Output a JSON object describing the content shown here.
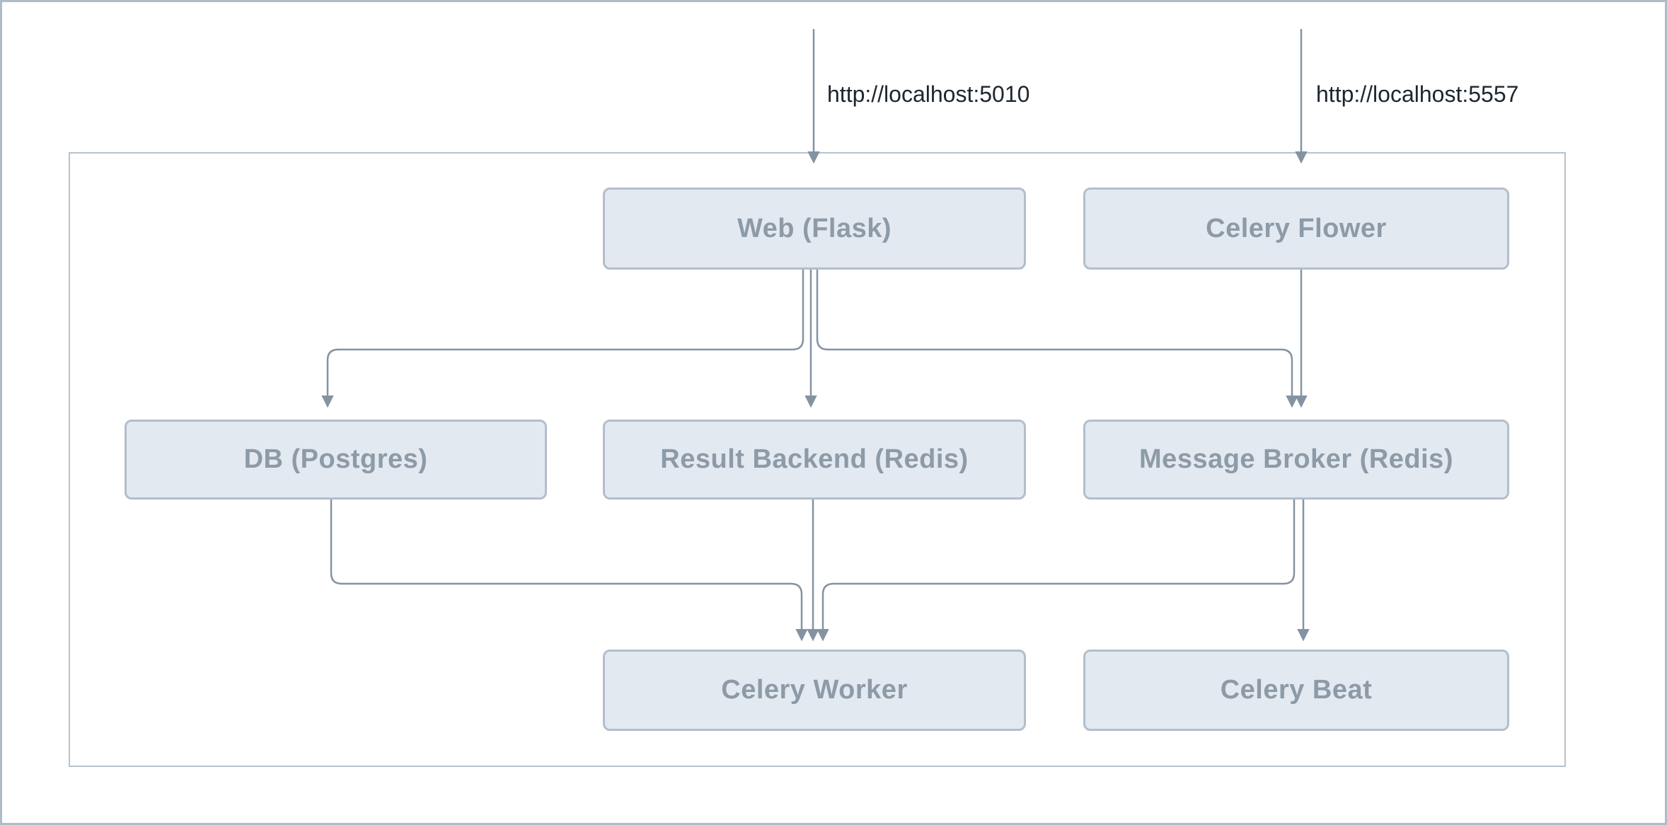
{
  "diagram": {
    "kind": "service-architecture",
    "nodes": {
      "web": {
        "label": "Web (Flask)"
      },
      "flower": {
        "label": "Celery Flower"
      },
      "db": {
        "label": "DB (Postgres)"
      },
      "result": {
        "label": "Result Backend (Redis)"
      },
      "broker": {
        "label": "Message Broker (Redis)"
      },
      "worker": {
        "label": "Celery Worker"
      },
      "beat": {
        "label": "Celery Beat"
      }
    },
    "external_labels": {
      "web_url": "http://localhost:5010",
      "flower_url": "http://localhost:5557"
    },
    "edges": [
      {
        "from": "external",
        "to": "web",
        "label": "http://localhost:5010"
      },
      {
        "from": "external",
        "to": "flower",
        "label": "http://localhost:5557"
      },
      {
        "from": "web",
        "to": "db",
        "label": ""
      },
      {
        "from": "web",
        "to": "result",
        "label": ""
      },
      {
        "from": "web",
        "to": "broker",
        "label": ""
      },
      {
        "from": "flower",
        "to": "broker",
        "label": ""
      },
      {
        "from": "db",
        "to": "worker",
        "label": ""
      },
      {
        "from": "result",
        "to": "worker",
        "label": ""
      },
      {
        "from": "broker",
        "to": "worker",
        "label": ""
      },
      {
        "from": "broker",
        "to": "beat",
        "label": ""
      }
    ],
    "colors": {
      "node_fill": "#e3e9f0",
      "node_border": "#b2bfcb",
      "node_text": "#8d9aa7",
      "edge": "#8493a2",
      "cluster_border": "#b6c3ce",
      "outer_border": "#aebbc8",
      "url_text": "#1d262e",
      "background": "#ffffff"
    }
  }
}
